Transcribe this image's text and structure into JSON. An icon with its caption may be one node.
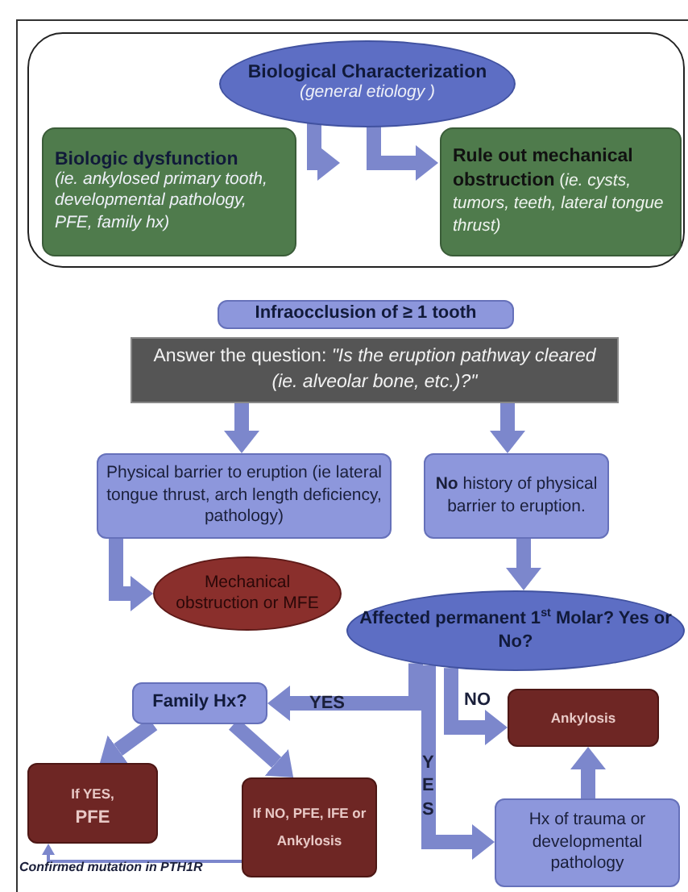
{
  "diagram": {
    "nodes": [
      {
        "text": [],
        "shape": "box"
      },
      {
        "text": [
          "Biological Characterization",
          "(general etiology )"
        ],
        "in": 0
      },
      {
        "text": [
          "Biologic dysfunction",
          "(ie. ankylosed primary tooth, developmental pathology, PFE, family hx)"
        ],
        "in": 0
      },
      {
        "text": [
          "**Rule out mechanical obstruction** (*ie. cysts, tumors, teeth, lateral tongue thrust)*"
        ],
        "in": 0
      },
      {
        "text": [
          "Infraocclusion of ≥ 1 tooth"
        ]
      },
      {
        "text": [
          "Answer the question: *\"Is the eruption pathway cleared (ie. alveolar bone, etc.)?\"*"
        ]
      },
      {
        "text": [
          "Physical barrier to eruption (ie lateral tongue thrust, arch length deficiency, pathology)"
        ]
      },
      {
        "text": [
          "**No** history of physical barrier to eruption."
        ]
      },
      {
        "text": [
          "Mechanical obstruction or MFE"
        ]
      },
      {
        "text": [
          "Affected permanent 1$^{st}$ Molar? Yes or No?"
        ]
      },
      {
        "text": [
          "Family Hx?"
        ]
      },
      {
        "text": [
          "Ankylosis"
        ]
      },
      {
        "text": [
          "If YES,",
          "PFE"
        ]
      },
      {
        "text": [
          "If NO, PFE, IFE or Ankylosis"
        ]
      },
      {
        "text": [
          "Hx of trauma or developmental pathology"
        ]
      }
    ],
    "edges": [
      {
        "from": 1,
        "to": 2,
        "arrow": "to"
      },
      {
        "from": 1,
        "to": 3,
        "arrow": "to"
      },
      {
        "from": 5,
        "to": 6,
        "arrow": "to"
      },
      {
        "from": 5,
        "to": 7,
        "arrow": "to"
      },
      {
        "from": 6,
        "to": 8,
        "arrow": "to"
      },
      {
        "from": 7,
        "to": 9,
        "arrow": "to"
      },
      {
        "from": 9,
        "to": 10,
        "arrow": "to",
        "label": "YES"
      },
      {
        "from": 9,
        "to": 11,
        "arrow": "to",
        "label": "NO"
      },
      {
        "from": 9,
        "to": 14,
        "arrow": "to",
        "label": "YES"
      },
      {
        "from": 10,
        "to": 12,
        "arrow": "to"
      },
      {
        "from": 10,
        "to": 13,
        "arrow": "to"
      },
      {
        "from": 13,
        "to": 12,
        "arrow": "to",
        "label": "Confirmed mutation in PTH1R"
      },
      {
        "from": 14,
        "to": 11,
        "arrow": "to"
      }
    ]
  }
}
